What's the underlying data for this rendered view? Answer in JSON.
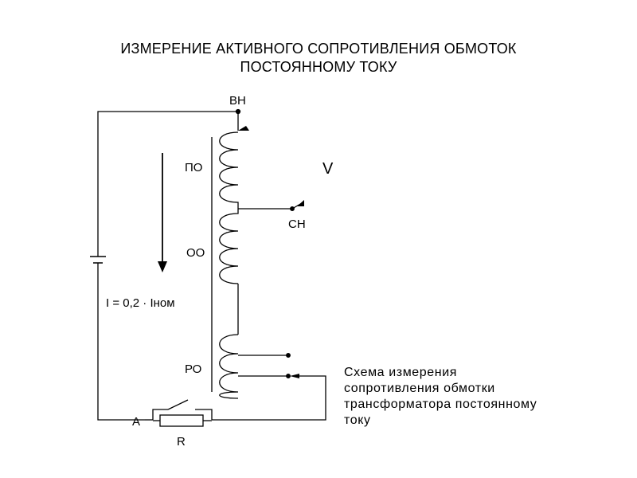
{
  "title": {
    "line1": "ИЗМЕРЕНИЕ АКТИВНОГО СОПРОТИВЛЕНИЯ ОБМОТОК",
    "line2": "ПОСТОЯННОМУ ТОКУ"
  },
  "labels": {
    "vn": "ВН",
    "po": "ПО",
    "v": "V",
    "sn": "СН",
    "oo": "ОО",
    "current": "I = 0,2 · Iном",
    "ro": "РО",
    "a": "A",
    "r": "R"
  },
  "caption": {
    "line1": "Схема измерения",
    "line2": "сопротивления обмотки",
    "line3": "трансформатора постоянному",
    "line4": "току"
  }
}
